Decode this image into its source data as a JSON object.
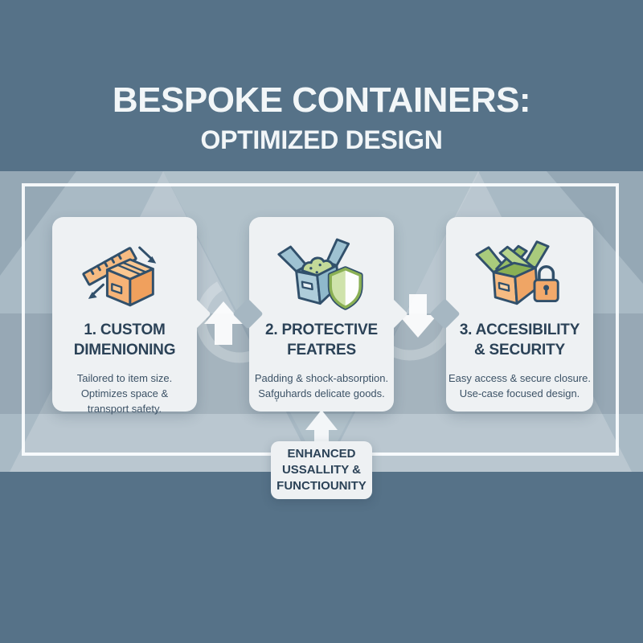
{
  "title": {
    "line1": "BESPOKE CONTAINERS:",
    "line2": "OPTIMIZED DESIGN"
  },
  "cards": [
    {
      "icon": "ruler-and-box",
      "title": [
        "1. CUSTOM",
        "DIMENIONING"
      ],
      "body": [
        "Tailored to item size.",
        "Optimizes space &",
        "transport safety."
      ]
    },
    {
      "icon": "padded-box-with-shield",
      "title": [
        "2. PROTECTIVE",
        "FEATRES"
      ],
      "body": [
        "Padding & shock-absorption.",
        "Safg̦uhards delicate goods."
      ]
    },
    {
      "icon": "open-box-with-padlock",
      "title": [
        "3. ACCESIBILITY",
        "& SECURITY"
      ],
      "body": [
        "Easy access & secure closure.",
        "Use-case focused design."
      ]
    }
  ],
  "callout": {
    "lines": [
      "ENHANCED",
      "USSALLITY &",
      "FUNCTIOUNITY"
    ]
  },
  "colors": {
    "background_slate": "#567288",
    "band": "#a9bac5",
    "card": "#eef1f3",
    "heading_text": "#f2f6f8",
    "title_navy": "#2b4257",
    "body_text": "#3c5266",
    "accent_orange": "#f2a869",
    "accent_blue": "#9fc3d2",
    "accent_green": "#a8c878",
    "frame_white": "#fcfeff"
  }
}
